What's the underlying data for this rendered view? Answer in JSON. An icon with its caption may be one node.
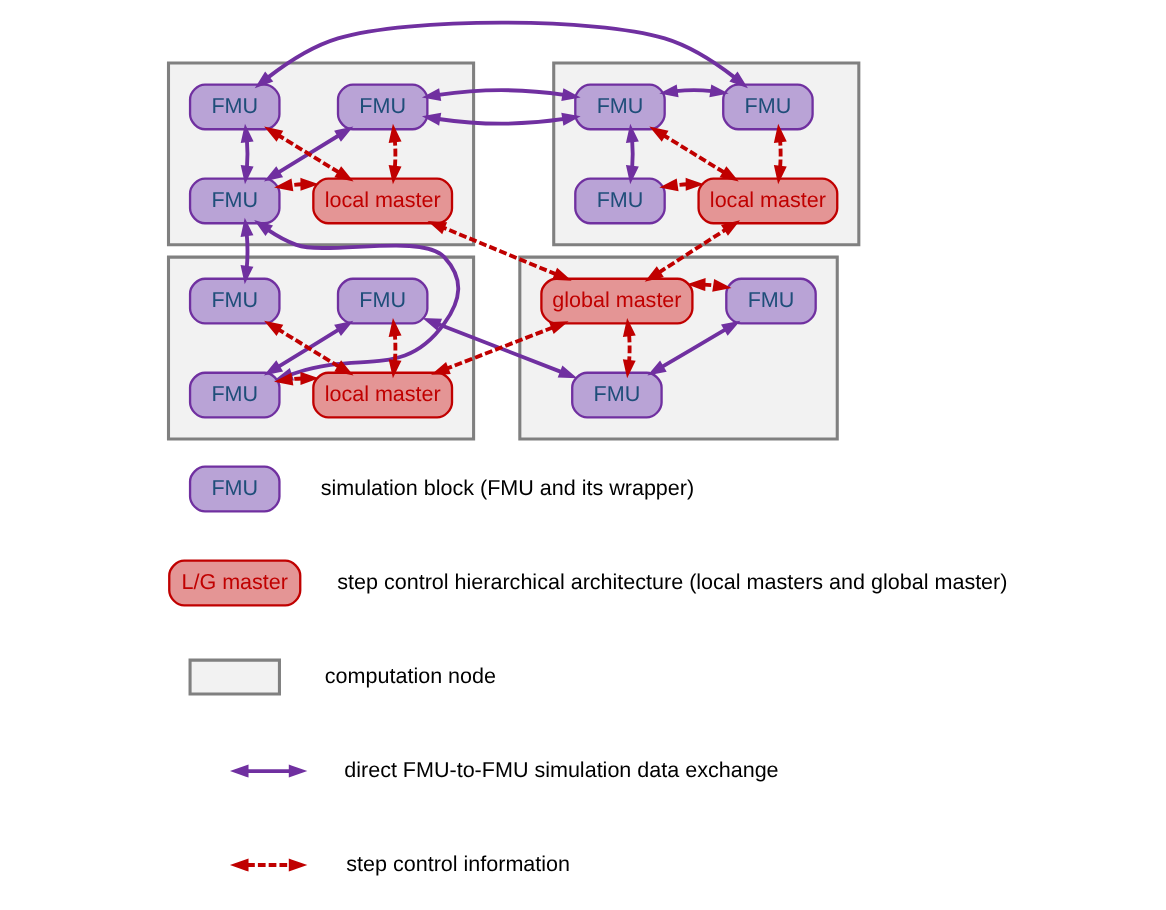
{
  "diagram": {
    "nodes": [
      {
        "text": [],
        "shape": "box"
      },
      {
        "text": [
          "FMU"
        ],
        "in": 0
      },
      {
        "text": [
          "FMU"
        ],
        "in": 0
      },
      {
        "text": [
          "FMU"
        ],
        "in": 0
      },
      {
        "text": [
          "local master"
        ],
        "in": 0
      },
      {
        "text": [],
        "shape": "box"
      },
      {
        "text": [
          "FMU"
        ],
        "in": 5
      },
      {
        "text": [
          "FMU"
        ],
        "in": 5
      },
      {
        "text": [
          "FMU"
        ],
        "in": 5
      },
      {
        "text": [
          "local master"
        ],
        "in": 5
      },
      {
        "text": [],
        "shape": "box"
      },
      {
        "text": [
          "FMU"
        ],
        "in": 10
      },
      {
        "text": [
          "FMU"
        ],
        "in": 10
      },
      {
        "text": [
          "FMU"
        ],
        "in": 10
      },
      {
        "text": [
          "local master"
        ],
        "in": 10
      },
      {
        "text": [],
        "shape": "box"
      },
      {
        "text": [
          "global master"
        ],
        "in": 15
      },
      {
        "text": [
          "FMU"
        ],
        "in": 15
      },
      {
        "text": [
          "FMU"
        ],
        "in": 15
      },
      {
        "text": [
          "FMU"
        ]
      },
      {
        "text": [
          "L/G master"
        ]
      },
      {
        "text": [],
        "shape": "box"
      }
    ],
    "edges": [
      {
        "from": 1,
        "to": 7,
        "arrow": "both",
        "color": "#7030a0"
      },
      {
        "from": 1,
        "to": 3,
        "arrow": "both",
        "color": "#7030a0"
      },
      {
        "from": 3,
        "to": 2,
        "arrow": "both",
        "color": "#7030a0"
      },
      {
        "from": 2,
        "to": 6,
        "arrow": "both",
        "color": "#7030a0"
      },
      {
        "from": 6,
        "to": 7,
        "arrow": "both",
        "color": "#7030a0"
      },
      {
        "from": 6,
        "to": 8,
        "arrow": "both",
        "color": "#7030a0"
      },
      {
        "from": 3,
        "to": 11,
        "arrow": "both",
        "color": "#7030a0"
      },
      {
        "from": 3,
        "to": 13,
        "arrow": "both",
        "color": "#7030a0"
      },
      {
        "from": 13,
        "to": 12,
        "arrow": "both",
        "color": "#7030a0"
      },
      {
        "from": 12,
        "to": 18,
        "arrow": "both",
        "color": "#7030a0"
      },
      {
        "from": 18,
        "to": 17,
        "arrow": "both",
        "color": "#7030a0"
      },
      {
        "from": 4,
        "to": 1,
        "arrow": "both",
        "style": "dashed"
      },
      {
        "from": 4,
        "to": 2,
        "arrow": "both",
        "style": "dashed"
      },
      {
        "from": 4,
        "to": 3,
        "arrow": "both",
        "style": "dashed"
      },
      {
        "from": 9,
        "to": 6,
        "arrow": "both",
        "style": "dashed"
      },
      {
        "from": 9,
        "to": 7,
        "arrow": "both",
        "style": "dashed"
      },
      {
        "from": 9,
        "to": 8,
        "arrow": "both",
        "style": "dashed"
      },
      {
        "from": 14,
        "to": 11,
        "arrow": "both",
        "style": "dashed"
      },
      {
        "from": 14,
        "to": 12,
        "arrow": "both",
        "style": "dashed"
      },
      {
        "from": 14,
        "to": 13,
        "arrow": "both",
        "style": "dashed"
      },
      {
        "from": 16,
        "to": 4,
        "arrow": "both",
        "style": "dashed"
      },
      {
        "from": 16,
        "to": 9,
        "arrow": "both",
        "style": "dashed"
      },
      {
        "from": 16,
        "to": 14,
        "arrow": "both",
        "style": "dashed"
      },
      {
        "from": 16,
        "to": 18,
        "arrow": "both",
        "style": "dashed"
      },
      {
        "from": 16,
        "to": 17,
        "arrow": "both",
        "style": "dashed"
      }
    ],
    "legend": [
      {
        "text": "simulation block (FMU and its wrapper)"
      },
      {
        "text": "step control hierarchical architecture (local masters and global master)"
      },
      {
        "text": "computation node",
        "color": "#f2f2f2"
      },
      {
        "text": "direct FMU-to-FMU simulation data exchange"
      },
      {
        "text": "step control information"
      }
    ]
  }
}
